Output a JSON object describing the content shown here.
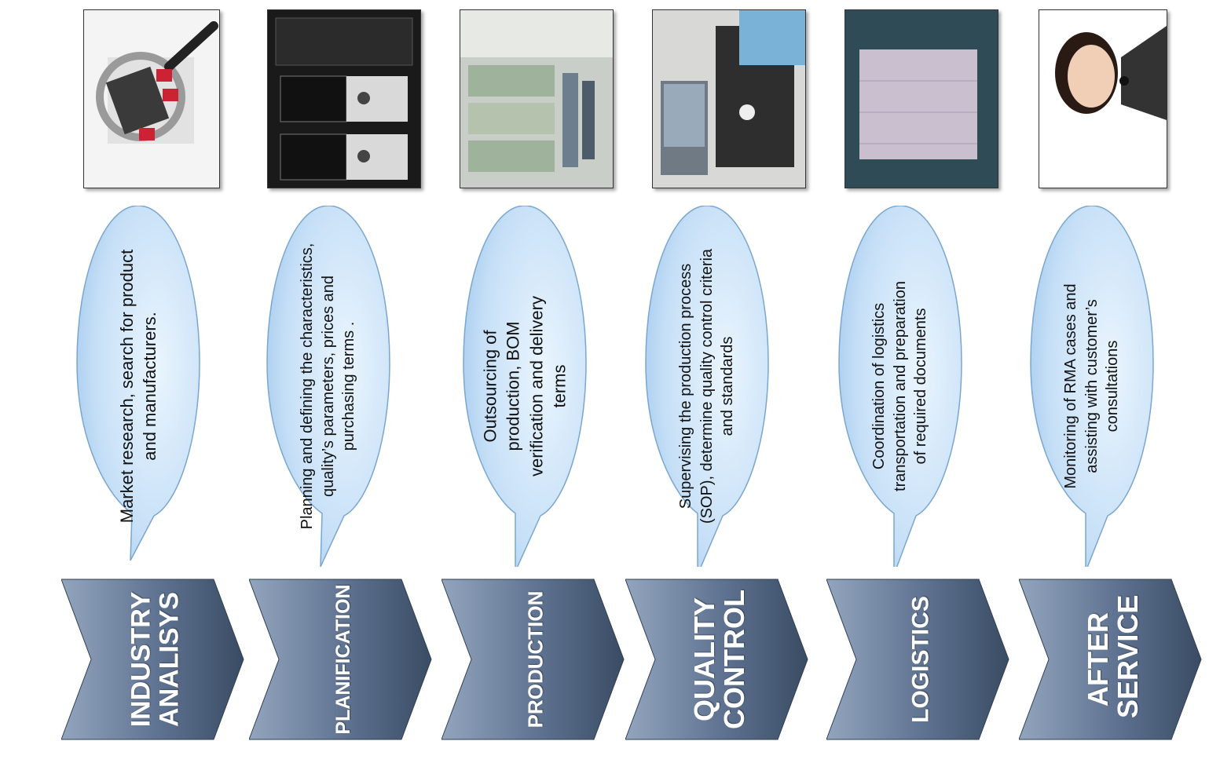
{
  "stages": [
    {
      "label": "INDUSTRY ANALISYS",
      "description": "Market research, search for product and manufacturers.",
      "image": "magnifier-glass-over-house-illustration"
    },
    {
      "label": "PLANIFICATION",
      "description": "Planning and defining the characteristics, quality’s parameters, prices and purchasing terms .",
      "image": "computer-hardware-chassis-photo"
    },
    {
      "label": "PRODUCTION",
      "description": "Outsourcing of production, BOM verification and delivery terms",
      "image": "factory-production-line-photo"
    },
    {
      "label": "QUALITY CONTROL",
      "description": "Supervising the production process (SOP), determine quality control criteria and standards",
      "image": "quality-inspection-workbench-photo"
    },
    {
      "label": "LOGISTICS",
      "description": "Coordination of logistics transportation and preparation of required documents",
      "image": "shipping-container-cargo-photo"
    },
    {
      "label": "AFTER SERVICE",
      "description": "Monitoring of RMA cases and assisting with customer’s consultations",
      "image": "customer-support-agent-headset-photo"
    }
  ],
  "colors": {
    "chevron_dark": "#3d5068",
    "chevron_light": "#8fa1b9",
    "bubble_fill": "#bcd9f5",
    "bubble_stroke": "#7aa6cf"
  }
}
